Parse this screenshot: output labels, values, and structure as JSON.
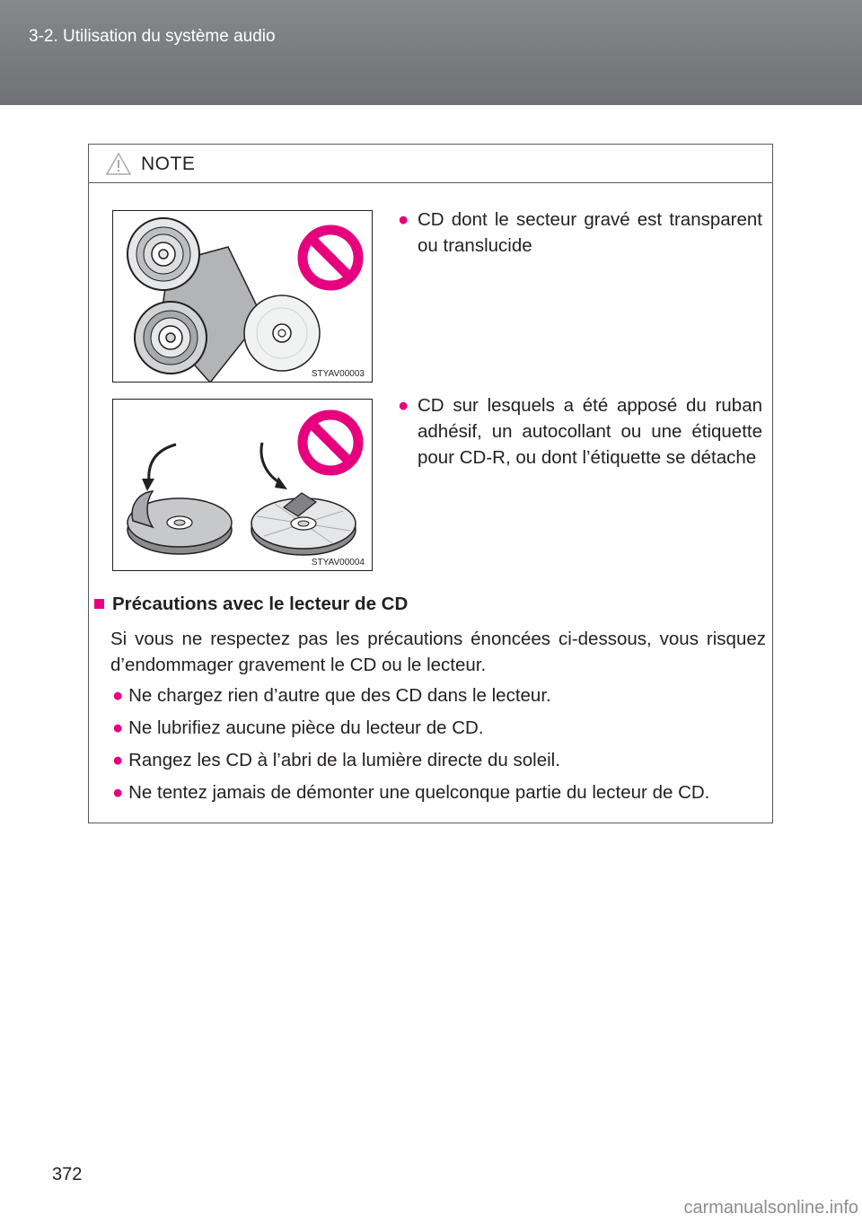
{
  "header": {
    "title": "3-2. Utilisation du système audio"
  },
  "note": {
    "title": "NOTE",
    "items": [
      {
        "text": "CD dont le secteur gravé est transparent ou translucide",
        "figure_code": "STYAV00003"
      },
      {
        "text": "CD sur lesquels a été apposé du ruban adhésif, un autocollant ou une étiquette pour CD-R, ou dont l’étiquette se détache",
        "figure_code": "STYAV00004"
      }
    ],
    "section": {
      "title": "Précautions avec le lecteur de CD",
      "intro": "Si vous ne respectez pas les précautions énoncées ci-dessous, vous risquez d’endommager gravement le CD ou le lecteur.",
      "bullets": [
        "Ne chargez rien d’autre que des CD dans le lecteur.",
        "Ne lubrifiez aucune pièce du lecteur de CD.",
        "Rangez les CD à l’abri de la lumière directe du soleil.",
        "Ne tentez jamais de démonter une quelconque partie du lecteur de CD."
      ]
    }
  },
  "footer": {
    "page_number": "372",
    "watermark": "carmanualsonline.info"
  },
  "colors": {
    "accent": "#e6007e",
    "header_bg": "#7b7c7e"
  }
}
